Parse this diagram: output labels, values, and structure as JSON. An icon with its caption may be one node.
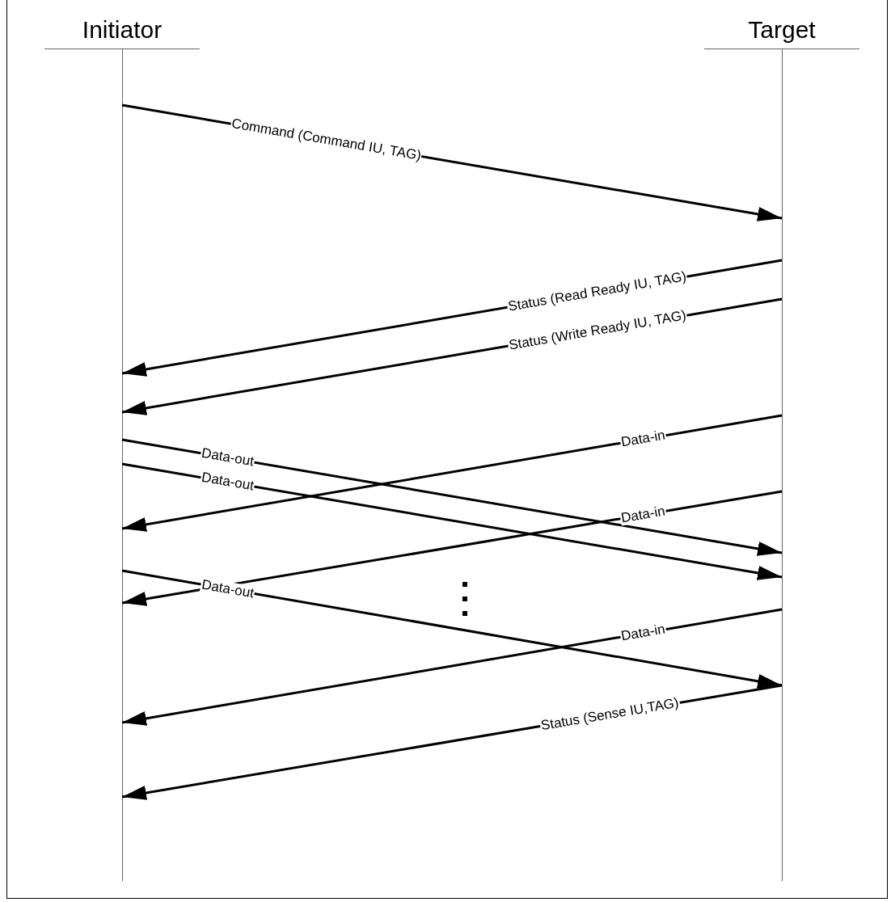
{
  "diagram": {
    "nodes": [
      {
        "text": [
          "Initiator"
        ]
      },
      {
        "text": [
          "Target"
        ]
      }
    ],
    "edges": [
      {
        "from": 0,
        "to": 1,
        "arrow": "to",
        "label": "Command (Command IU, TAG)"
      },
      {
        "from": 1,
        "to": 0,
        "arrow": "to",
        "label": "Status (Read Ready IU, TAG)"
      },
      {
        "from": 1,
        "to": 0,
        "arrow": "to",
        "label": "Status (Write Ready IU, TAG)"
      },
      {
        "from": 1,
        "to": 0,
        "arrow": "to",
        "label": "Data-in"
      },
      {
        "from": 0,
        "to": 1,
        "arrow": "to",
        "label": "Data-out"
      },
      {
        "from": 0,
        "to": 1,
        "arrow": "to",
        "label": "Data-out"
      },
      {
        "from": 1,
        "to": 0,
        "arrow": "to",
        "label": "Data-in"
      },
      {
        "from": 0,
        "to": 1,
        "arrow": "to",
        "label": "Data-out"
      },
      {
        "from": 1,
        "to": 0,
        "arrow": "to",
        "label": "Data-in"
      },
      {
        "from": 1,
        "to": 0,
        "arrow": "to",
        "label": "Status (Sense IU,TAG)"
      }
    ]
  }
}
